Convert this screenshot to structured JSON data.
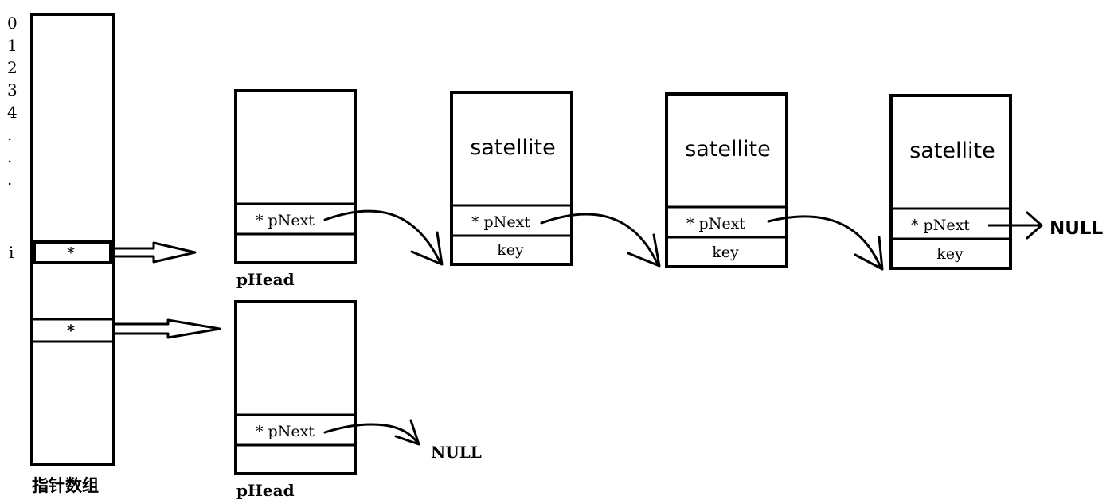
{
  "array": {
    "indices": [
      "0",
      "1",
      "2",
      "3",
      "4",
      ".",
      ".",
      ".",
      "i"
    ],
    "slot_top_symbol": "*",
    "slot_bottom_symbol": "*",
    "caption": "指针数组"
  },
  "upper_chain": {
    "head_caption": "pHead",
    "head_pnext": "* pNext",
    "nodes": [
      {
        "satellite": "satellite",
        "pnext": "* pNext",
        "key": "key"
      },
      {
        "satellite": "satellite",
        "pnext": "* pNext",
        "key": "key"
      },
      {
        "satellite": "satellite",
        "pnext": "* pNext",
        "key": "key"
      }
    ],
    "terminal": "NULL"
  },
  "lower_chain": {
    "head_caption": "pHead",
    "head_pnext": "* pNext",
    "terminal": "NULL"
  }
}
